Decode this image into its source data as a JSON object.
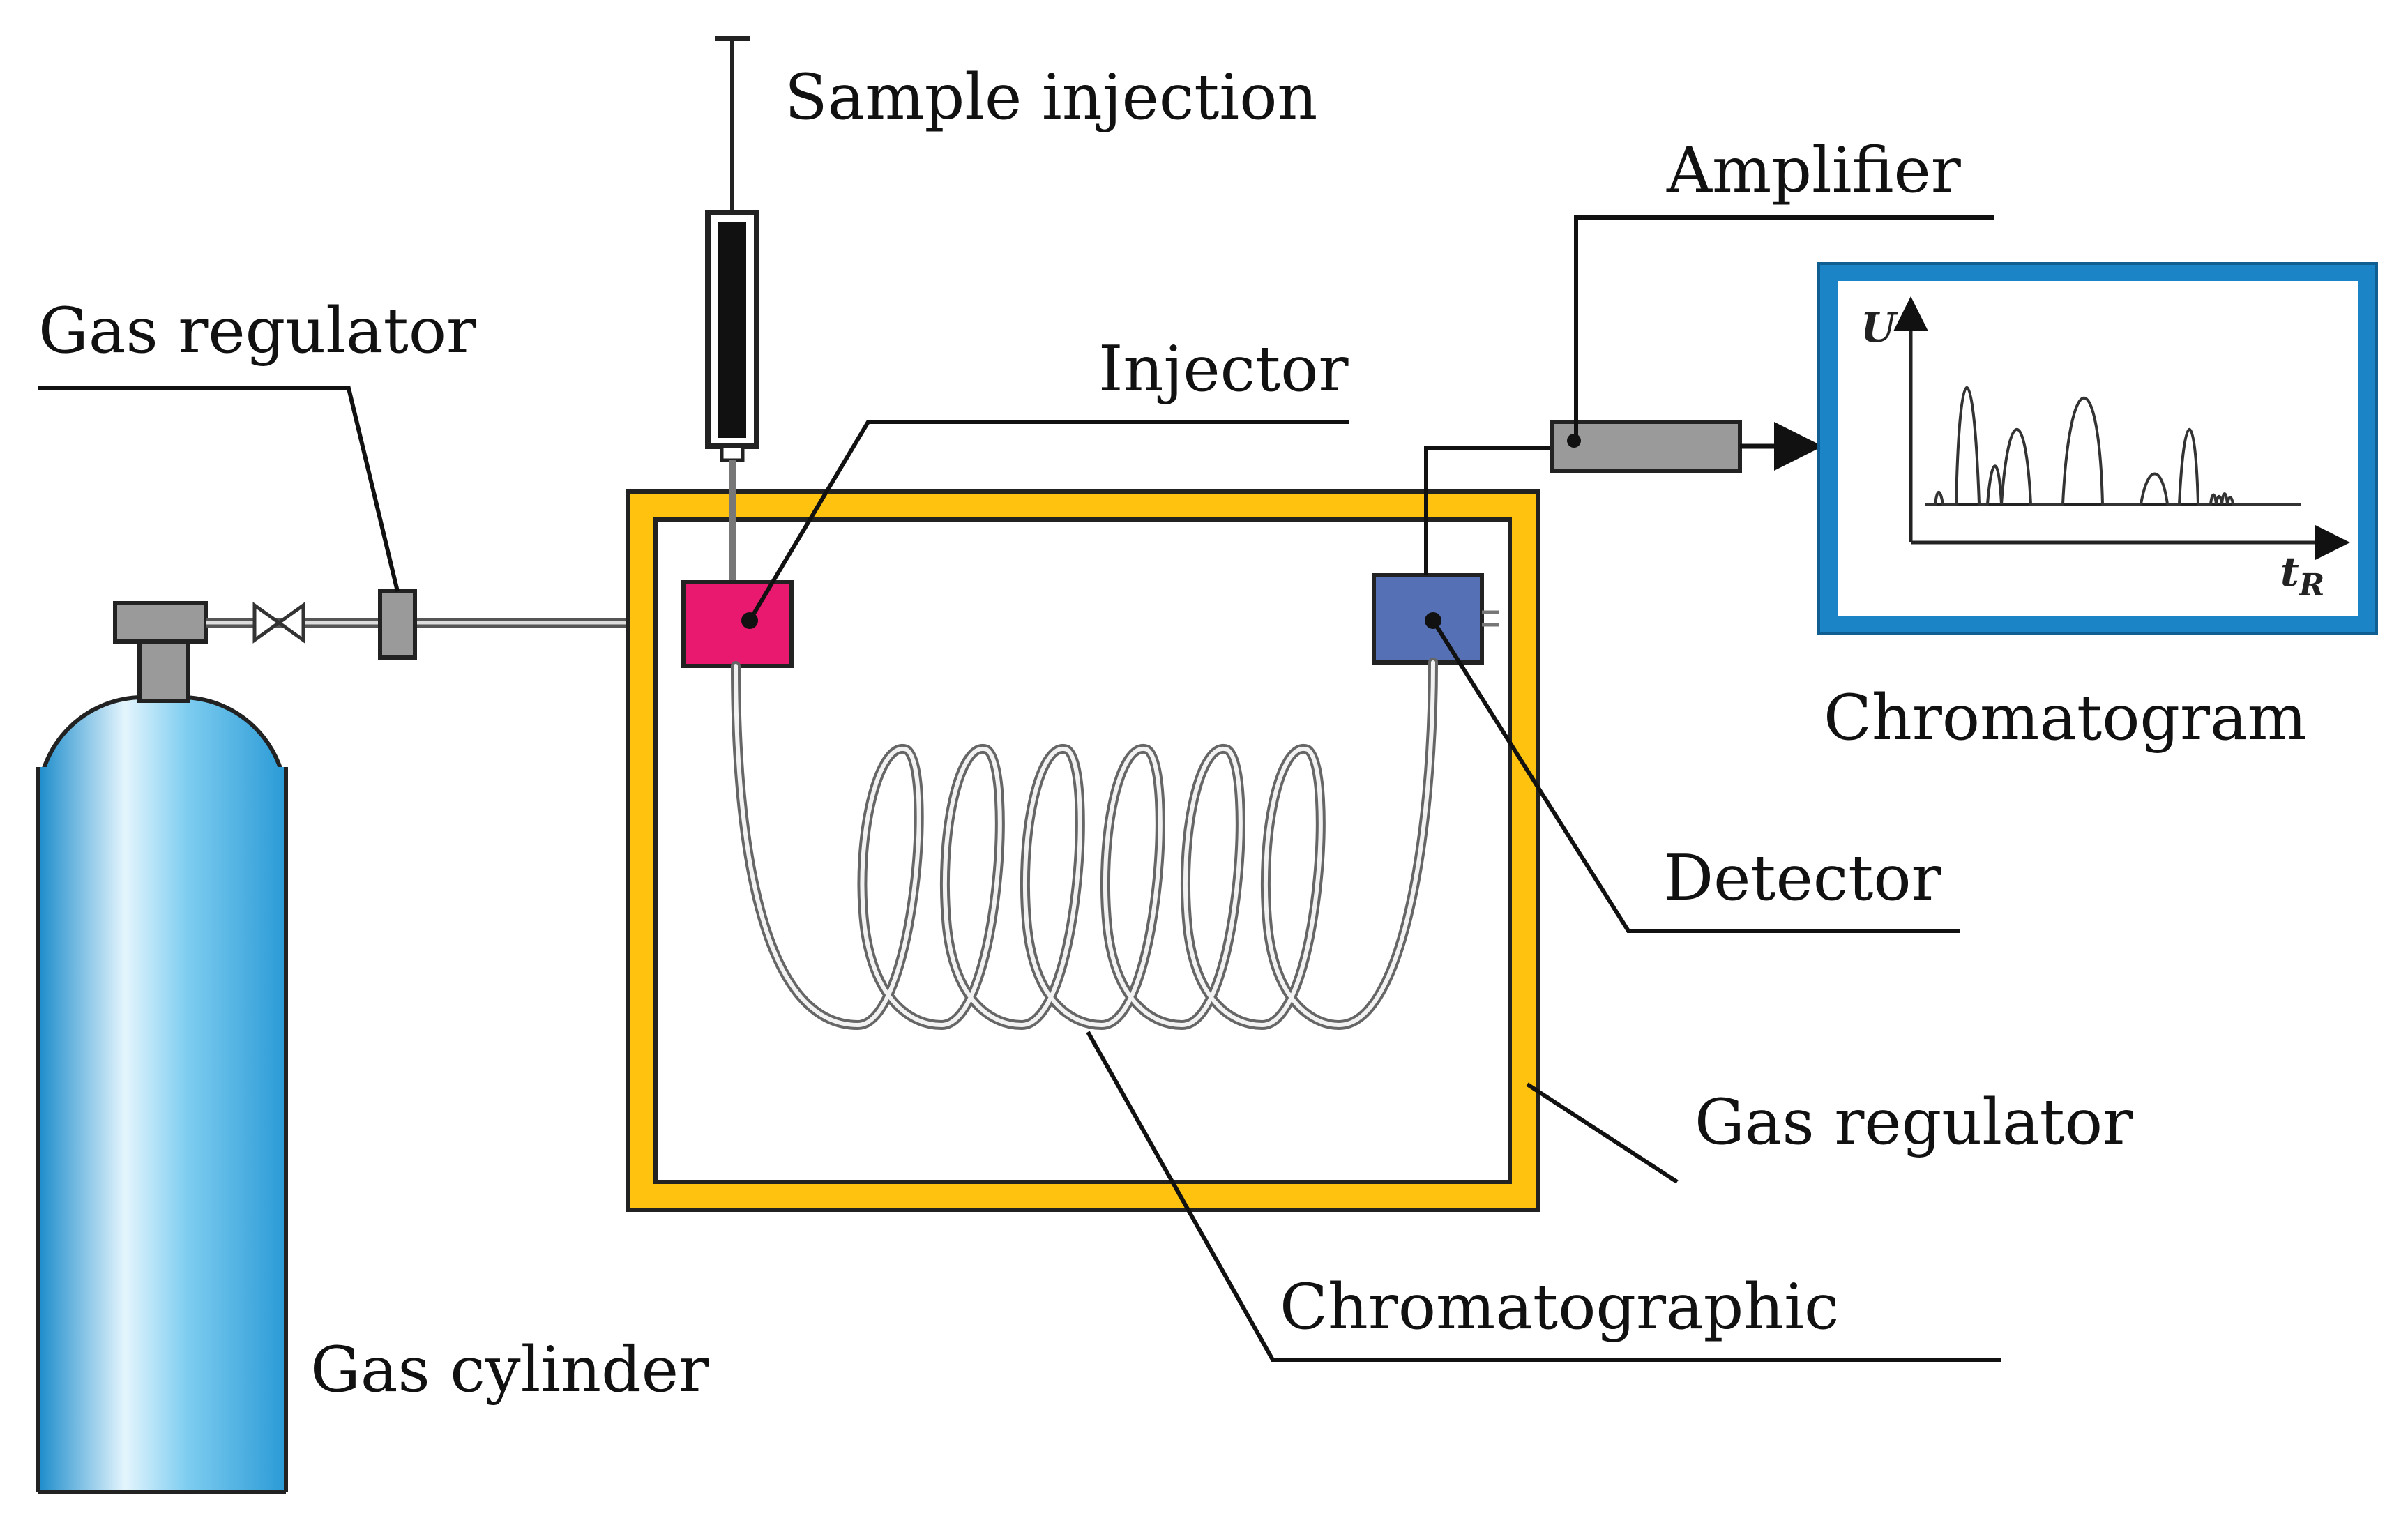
{
  "labels": {
    "sample_injection": "Sample injection",
    "gas_regulator_left": "Gas regulator",
    "injector": "Injector",
    "amplifier": "Amplifier",
    "chromatogram": "Chromatogram",
    "detector": "Detector",
    "gas_regulator_right": "Gas regulator",
    "chromatographic": "Chromatographic",
    "gas_cylinder": "Gas cylinder"
  },
  "chromatogram_axes": {
    "y_axis_label": "U",
    "x_axis_label": "t",
    "x_axis_subscript": "R"
  },
  "colors": {
    "oven_frame": "#FFC20E",
    "injector_block": "#E8196E",
    "detector_block": "#5570B5",
    "monitor_frame": "#1A84C7",
    "amplifier_body": "#9A9A9A",
    "cylinder_body": "#3AA6DD"
  }
}
